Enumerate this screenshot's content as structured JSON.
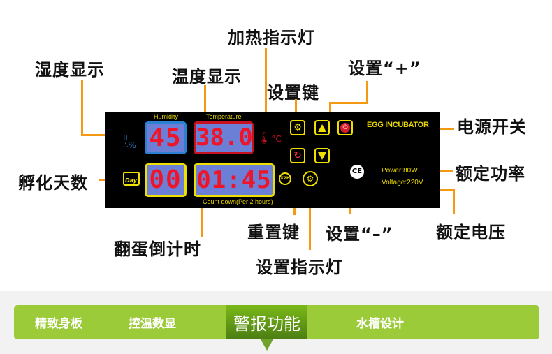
{
  "callouts": {
    "humidity_display": "湿度显示",
    "temperature_display": "温度显示",
    "heating_indicator": "加热指示灯",
    "set_key": "设置键",
    "set_plus": "设置“+”",
    "power_switch": "电源开关",
    "hatch_days": "孵化天数",
    "rated_power": "额定功率",
    "rated_voltage": "额定电压",
    "reset_key": "重置键",
    "set_minus": "设置“–”",
    "turn_countdown": "翻蛋倒计时",
    "set_indicator": "设置指示灯"
  },
  "panel": {
    "humidity_caption": "Humidity",
    "temperature_caption": "Temperature",
    "humidity_value": "45",
    "temperature_value": "38.0",
    "day_value": "00",
    "countdown_value": "01:45",
    "countdown_caption": "Count down(Per 2 hours)",
    "day_icon_label": "Day",
    "brand": "EGG INCUBATOR",
    "power": "Power:80W",
    "voltage": "Voltage:220V",
    "ce_mark": "CE",
    "celsius": "°C",
    "humidity_icon_text": "%",
    "timer_icon_text": "X2H"
  },
  "tabs": [
    {
      "label": "精致身板",
      "active": false
    },
    {
      "label": "控温数显",
      "active": false
    },
    {
      "label": "警报功能",
      "active": true
    },
    {
      "label": "水槽设计",
      "active": false
    }
  ],
  "colors": {
    "accent_line": "#f39a12",
    "tab_green": "#9ccb3a",
    "tab_active": "#5f9a18",
    "lcd_digit": "#f01428",
    "lcd_bg": "#6b7fd6"
  }
}
